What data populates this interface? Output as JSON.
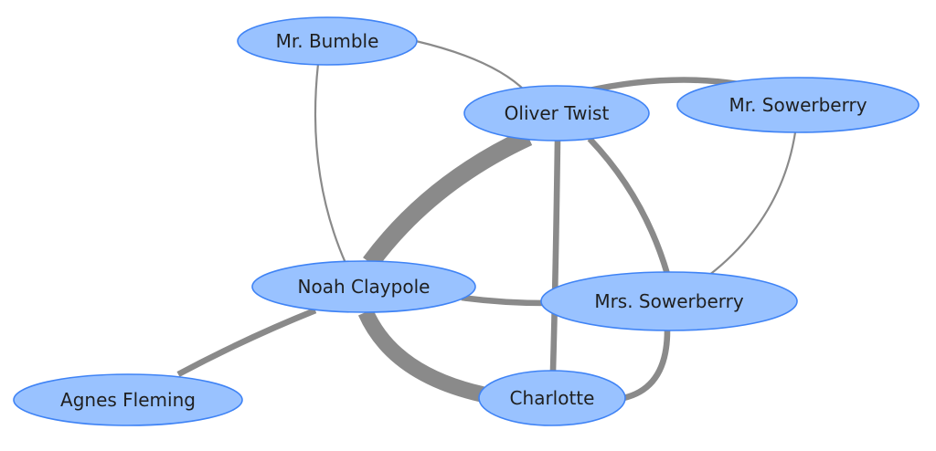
{
  "graph": {
    "nodes": [
      {
        "id": "mr-bumble",
        "label": "Mr. Bumble"
      },
      {
        "id": "oliver-twist",
        "label": "Oliver Twist"
      },
      {
        "id": "mr-sowerberry",
        "label": "Mr. Sowerberry"
      },
      {
        "id": "noah-claypole",
        "label": "Noah Claypole"
      },
      {
        "id": "mrs-sowerberry",
        "label": "Mrs. Sowerberry"
      },
      {
        "id": "agnes-fleming",
        "label": "Agnes Fleming"
      },
      {
        "id": "charlotte",
        "label": "Charlotte"
      }
    ],
    "edges": [
      {
        "source": "mr-bumble",
        "target": "oliver-twist",
        "weight": 1
      },
      {
        "source": "mr-bumble",
        "target": "noah-claypole",
        "weight": 1
      },
      {
        "source": "mr-sowerberry",
        "target": "mrs-sowerberry",
        "weight": 1
      },
      {
        "source": "oliver-twist",
        "target": "mr-sowerberry",
        "weight": 3
      },
      {
        "source": "oliver-twist",
        "target": "noah-claypole",
        "weight": 9
      },
      {
        "source": "oliver-twist",
        "target": "charlotte",
        "weight": 3
      },
      {
        "source": "oliver-twist",
        "target": "mrs-sowerberry",
        "weight": 3
      },
      {
        "source": "noah-claypole",
        "target": "mrs-sowerberry",
        "weight": 3
      },
      {
        "source": "noah-claypole",
        "target": "agnes-fleming",
        "weight": 3
      },
      {
        "source": "noah-claypole",
        "target": "charlotte",
        "weight": 8
      },
      {
        "source": "mrs-sowerberry",
        "target": "charlotte",
        "weight": 3
      }
    ],
    "colors": {
      "node_fill": "#99c2ff",
      "node_stroke": "#3f83f5",
      "edge": "#8a8a8a",
      "label": "#1f1f1f",
      "background": "#ffffff"
    }
  }
}
